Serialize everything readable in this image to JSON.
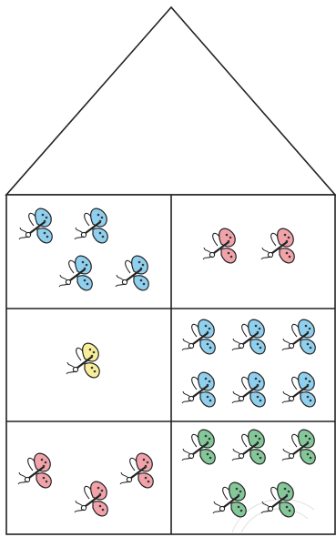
{
  "colors": {
    "outline": "#222222",
    "blue": "#8fd0ef",
    "blue_dark": "#5aaedb",
    "pink": "#f2a3aa",
    "pink_dark": "#e0808a",
    "yellow": "#f8ee9a",
    "yellow_dark": "#e9d96a",
    "green": "#84c89a",
    "green_dark": "#5fae78"
  },
  "rooms": [
    {
      "name": "room-row1-left",
      "butterfly_color": "blue",
      "count": 4
    },
    {
      "name": "room-row1-right",
      "butterfly_color": "pink",
      "count": 2
    },
    {
      "name": "room-row2-left",
      "butterfly_color": "yellow",
      "count": 1
    },
    {
      "name": "room-row2-right",
      "butterfly_color": "blue",
      "count": 6
    },
    {
      "name": "room-row3-left",
      "butterfly_color": "pink",
      "count": 3
    },
    {
      "name": "room-row3-right",
      "butterfly_color": "green",
      "count": 5
    }
  ]
}
